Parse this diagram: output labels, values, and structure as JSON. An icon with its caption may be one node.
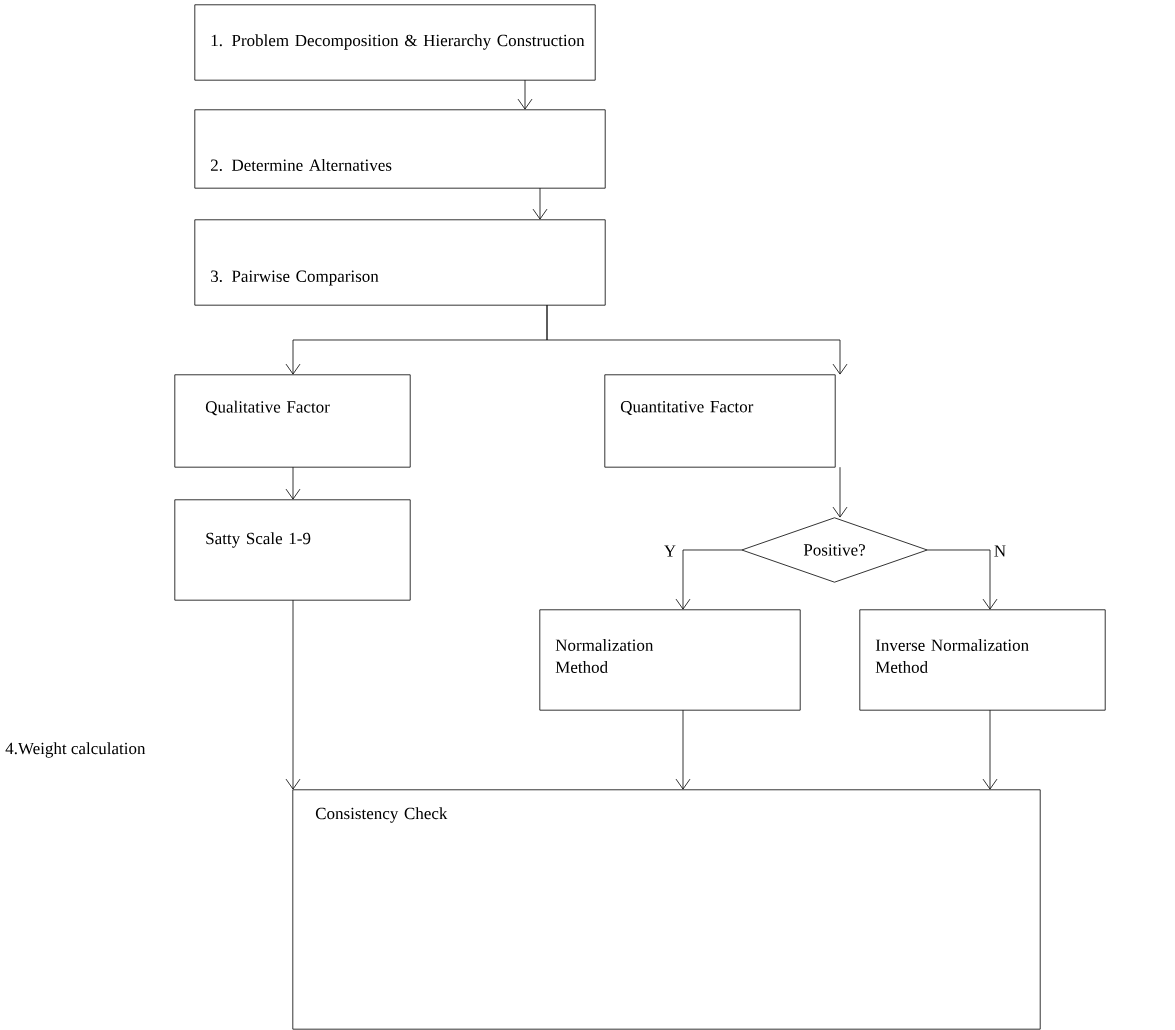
{
  "diagram": {
    "nodes": [
      {
        "text": [
          "1. Problem Decomposition & Hierarchy Construction"
        ]
      },
      {
        "text": [
          "2. Determine Alternatives"
        ]
      },
      {
        "text": [
          "3. Pairwise Comparison"
        ]
      },
      {
        "text": [
          "Qualitative Factor"
        ]
      },
      {
        "text": [
          "Quantitative Factor"
        ]
      },
      {
        "text": [
          "Satty Scale 1-9"
        ]
      },
      {
        "text": [
          "Positive?"
        ]
      },
      {
        "text": [
          "Normalization Method"
        ]
      },
      {
        "text": [
          "Inverse Normalization Method"
        ]
      },
      {
        "text": [
          "Consistency Check"
        ]
      }
    ],
    "edges": [
      {
        "from": 0,
        "to": 1,
        "arrow": "to"
      },
      {
        "from": 1,
        "to": 2,
        "arrow": "to"
      },
      {
        "from": 2,
        "to": 3,
        "arrow": "to"
      },
      {
        "from": 2,
        "to": 4,
        "arrow": "to"
      },
      {
        "from": 3,
        "to": 5,
        "arrow": "to"
      },
      {
        "from": 4,
        "to": 6,
        "arrow": "to"
      },
      {
        "from": 6,
        "to": 7,
        "arrow": "to",
        "label": "Y"
      },
      {
        "from": 6,
        "to": 8,
        "arrow": "to",
        "label": "N"
      },
      {
        "from": 5,
        "to": 9,
        "arrow": "to"
      },
      {
        "from": 7,
        "to": 9,
        "arrow": "to"
      },
      {
        "from": 8,
        "to": 9,
        "arrow": "to"
      }
    ],
    "labels": [
      "4.Weight calculation"
    ]
  }
}
